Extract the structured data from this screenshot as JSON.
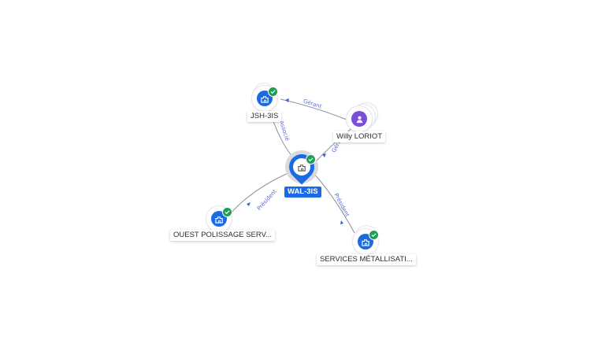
{
  "nodes": {
    "jsh": {
      "label": "JSH-3IS",
      "icon": "company-icon",
      "verified": true
    },
    "willy": {
      "label": "Willy LORIOT",
      "icon": "person-icon"
    },
    "wal": {
      "label": "WAL-3IS",
      "icon": "company-icon",
      "verified": true,
      "selected": true
    },
    "ouest": {
      "label": "OUEST POLISSAGE SERV...",
      "icon": "company-icon",
      "verified": true
    },
    "services": {
      "label": "SERVICES MÉTALLISATI...",
      "icon": "company-icon",
      "verified": true
    }
  },
  "edges": {
    "willy_jsh": {
      "label": "Gérant"
    },
    "jsh_wal": {
      "label": "Associé"
    },
    "willy_wal": {
      "label": "Gérant"
    },
    "wal_ouest": {
      "label": "Président"
    },
    "wal_services": {
      "label": "Président"
    }
  },
  "colors": {
    "company": "#1a6ae6",
    "person": "#7c4ddb",
    "verified": "#1e9e57",
    "selected_ring": "#d9d9de",
    "edge": "#8e8ea0",
    "edge_label": "#5a6ad8"
  }
}
